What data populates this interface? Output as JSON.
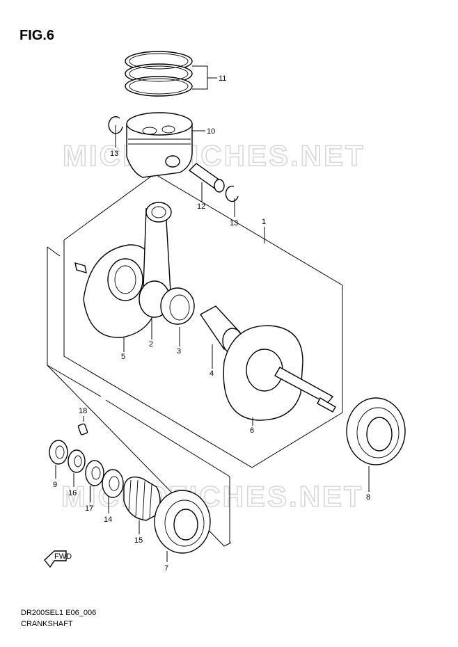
{
  "figure": {
    "title": "FIG.6",
    "diagram_code": "DR200SEL1 E06_006",
    "name": "CRANKSHAFT"
  },
  "watermark": "MICROFICHES.NET",
  "fwd_arrow": "FWD",
  "callouts": [
    {
      "id": "11",
      "part": "piston-rings"
    },
    {
      "id": "10",
      "part": "piston"
    },
    {
      "id": "13",
      "part": "circlip-left"
    },
    {
      "id": "12",
      "part": "piston-pin"
    },
    {
      "id": "13",
      "part": "circlip-right"
    },
    {
      "id": "1",
      "part": "crankshaft-assembly"
    },
    {
      "id": "2",
      "part": "connecting-rod"
    },
    {
      "id": "3",
      "part": "needle-bearing"
    },
    {
      "id": "4",
      "part": "crank-pin"
    },
    {
      "id": "5",
      "part": "crank-web-left"
    },
    {
      "id": "6",
      "part": "crank-web-right"
    },
    {
      "id": "8",
      "part": "bearing-right"
    },
    {
      "id": "18",
      "part": "key"
    },
    {
      "id": "9",
      "part": "nut"
    },
    {
      "id": "16",
      "part": "washer"
    },
    {
      "id": "17",
      "part": "lock-washer"
    },
    {
      "id": "14",
      "part": "spacer-gear"
    },
    {
      "id": "15",
      "part": "primary-drive-gear"
    },
    {
      "id": "7",
      "part": "bearing-left"
    }
  ]
}
